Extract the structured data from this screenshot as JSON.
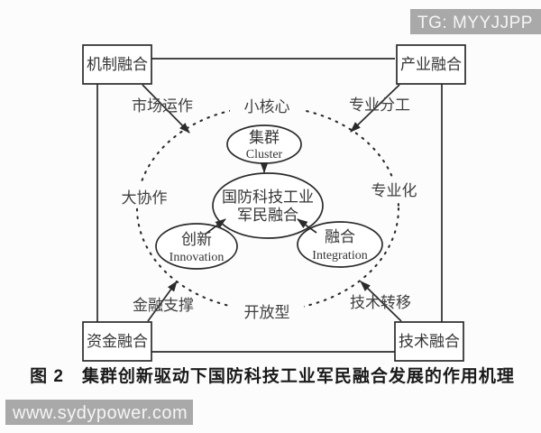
{
  "caption": "图 2　集群创新驱动下国防科技工业军民融合发展的作用机理",
  "watermarks": {
    "top": "TG: MYYJJPP",
    "bottom": "www.sydypower.com"
  },
  "corner_boxes": {
    "mechanism": "机制融合",
    "industry": "产业融合",
    "capital": "资金融合",
    "technology": "技术融合"
  },
  "edge_labels": {
    "market_operation": "市场运作",
    "division_of_labor": "专业分工",
    "financial_support": "金融支撑",
    "technology_transfer": "技术转移"
  },
  "circle_labels": {
    "top": "小核心",
    "left": "大协作",
    "right": "专业化",
    "bottom": "开放型"
  },
  "nodes": {
    "cluster": {
      "line1": "集群",
      "line2": "Cluster"
    },
    "core": {
      "line1": "国防科技工业",
      "line2": "军民融合"
    },
    "innovation": {
      "line1": "创新",
      "line2": "Innovation"
    },
    "integration": {
      "line1": "融合",
      "line2": "Integration"
    }
  },
  "colors": {
    "background": "#fcfcfc",
    "line": "#2b2b2b",
    "text": "#343434",
    "label_text": "#404040",
    "caption_text": "#1a1a1a",
    "watermark_bg": "#a9a9a9",
    "watermark_text": "#f5f5f5"
  }
}
